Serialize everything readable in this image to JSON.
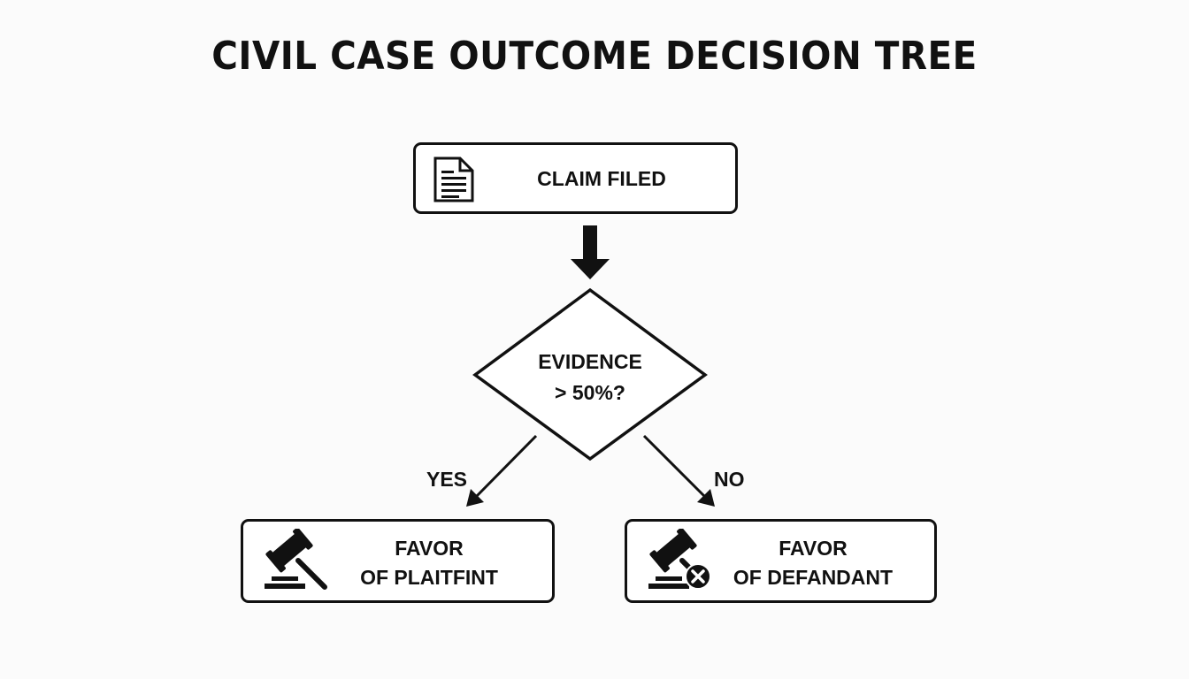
{
  "title": "CIVIL CASE OUTCOME DECISION TREE",
  "nodes": {
    "start": {
      "label": "CLAIM FILED",
      "icon": "document-icon"
    },
    "decision": {
      "line1": "EVIDENCE",
      "line2": "> 50%?"
    },
    "plaintiff": {
      "line1": "FAVOR",
      "line2": "OF PLAITFINT",
      "icon": "gavel-icon"
    },
    "defendant": {
      "line1": "FAVOR",
      "line2": "OF DEFANDANT",
      "icon": "gavel-x-icon"
    }
  },
  "edges": {
    "yes": "YES",
    "no": "NO"
  },
  "colors": {
    "stroke": "#111111",
    "background": "#fbfbfb",
    "box_fill": "#ffffff"
  }
}
